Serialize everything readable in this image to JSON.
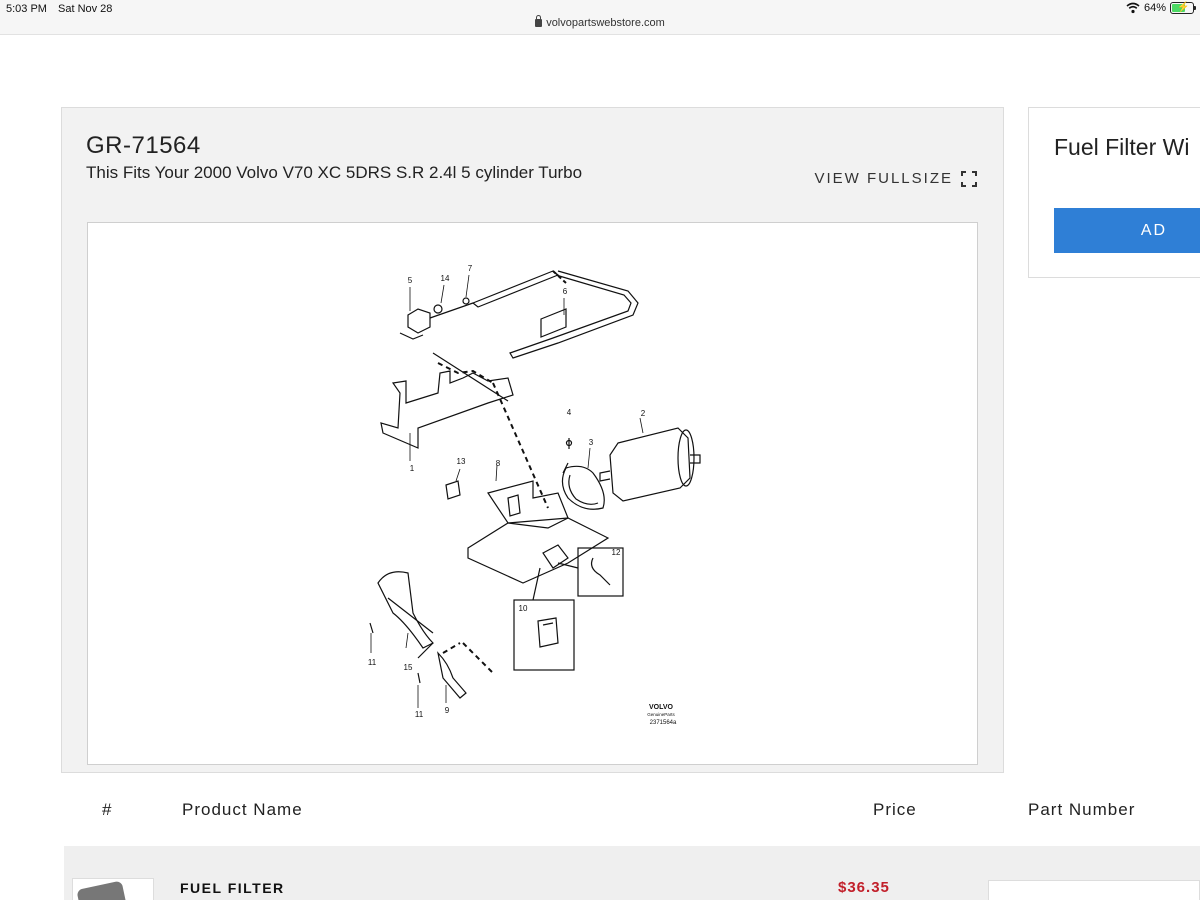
{
  "status_bar": {
    "time": "5:03 PM",
    "date": "Sat Nov 28",
    "url": "volvopartswebstore.com",
    "battery": "64%",
    "battery_level": 0.64
  },
  "diagram_panel": {
    "group_code": "GR-71564",
    "fits_text": "This Fits Your 2000 Volvo V70 XC 5DRS S.R 2.4l 5 cylinder Turbo",
    "view_fullsize": "VIEW FULLSIZE",
    "callouts": [
      "1",
      "2",
      "3",
      "4",
      "5",
      "6",
      "7",
      "8",
      "9",
      "10",
      "11",
      "11",
      "12",
      "13",
      "14",
      "15"
    ],
    "brand": "VOLVO",
    "brand_sub": "GenuineParts",
    "drawing_code": "2371564a"
  },
  "product_card": {
    "title": "Fuel Filter Wi",
    "button_label": "AD"
  },
  "table": {
    "headers": {
      "index": "#",
      "name": "Product Name",
      "price": "Price",
      "part_number": "Part Number"
    },
    "rows": [
      {
        "name": "FUEL FILTER",
        "price": "$36.35"
      }
    ]
  },
  "colors": {
    "accent_blue": "#2f7fd6",
    "price_red": "#c21f2a"
  }
}
